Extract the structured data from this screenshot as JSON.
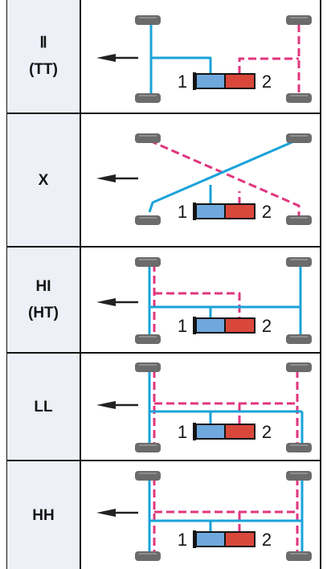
{
  "colors": {
    "circuit_1": "#1aa3d9",
    "circuit_2": "#e0367f",
    "chamber_1_fill": "#6ea8dc",
    "chamber_2_fill": "#d9473a",
    "tire": "#6b6b6b",
    "arrow": "#222222",
    "grid": "#141414",
    "label_background": "#eef0f8"
  },
  "icons": {
    "wheel": "tire",
    "direction": "arrow-left",
    "master_cylinder": "tandem-master-cylinder"
  },
  "rows": [
    {
      "id": "ii",
      "label": "Ⅱ\n(TT)"
    },
    {
      "id": "x",
      "label": "X"
    },
    {
      "id": "hi",
      "label": "HI\n(HT)"
    },
    {
      "id": "ll",
      "label": "LL"
    },
    {
      "id": "hh",
      "label": "HH"
    }
  ],
  "master_cylinder": {
    "chamber_1_label": "1",
    "chamber_2_label": "2"
  }
}
